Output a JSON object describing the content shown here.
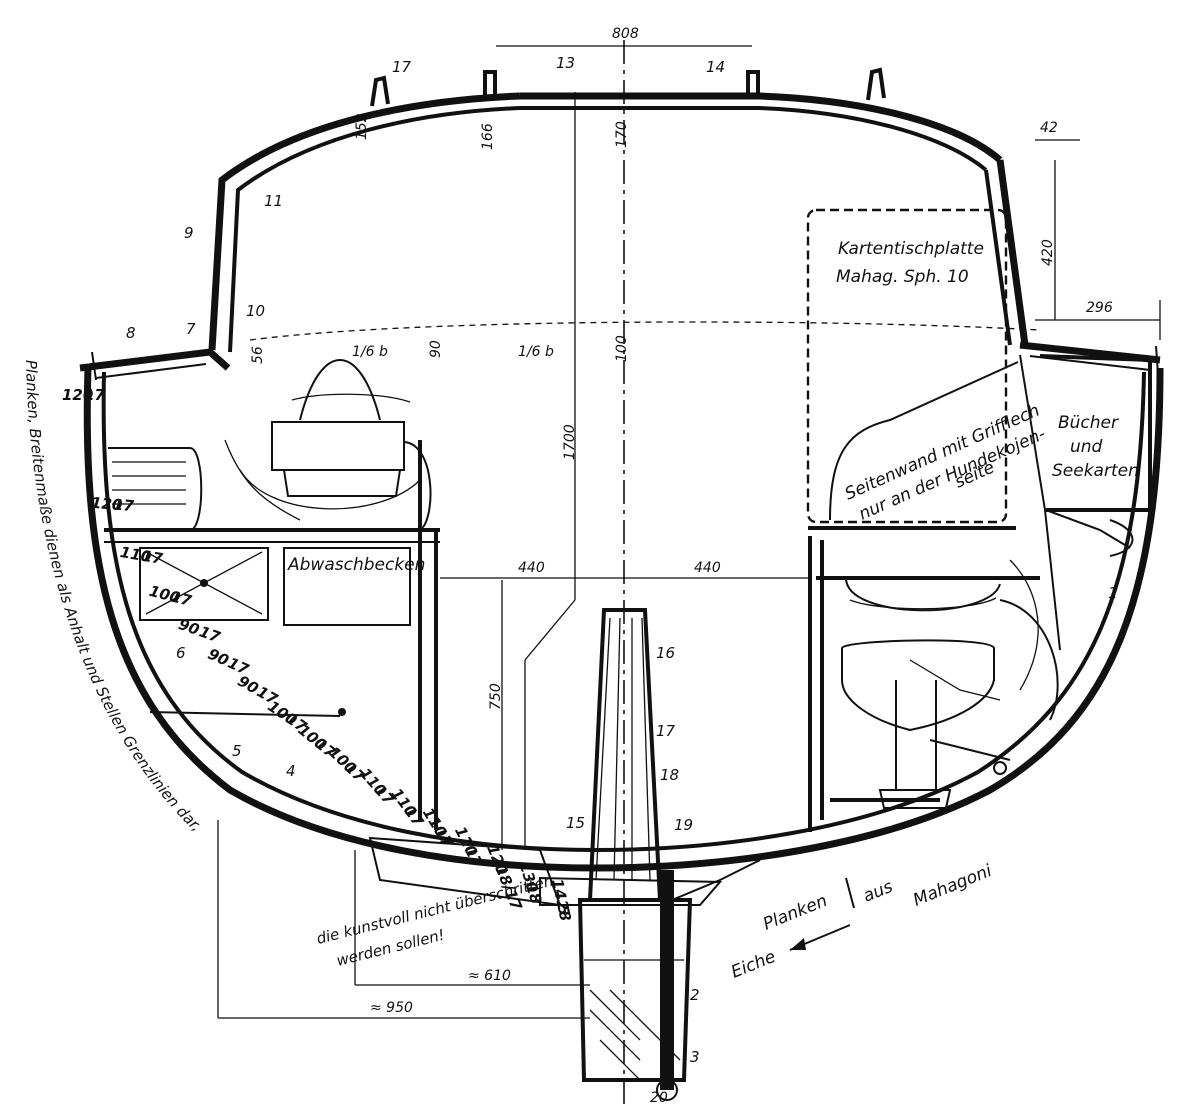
{
  "title": "",
  "dimensions": {
    "top_width": "808",
    "roof_dim_left": "152",
    "roof_dim_mid": "166",
    "roof_dim_right": "170",
    "edge_42": "42",
    "dim_420": "420",
    "dim_296": "296",
    "cabin_56": "56",
    "cabin_90": "90",
    "sixteen_b_left": "1/6 b",
    "sixteen_b_right": "1/6 b",
    "center_100": "100",
    "height_1700": "1700",
    "width_440_left": "440",
    "width_440_right": "440",
    "height_750": "750",
    "half_610": "≈ 610",
    "half_950": "≈ 950",
    "keel_20": "20"
  },
  "part_numbers": {
    "p1": "1",
    "p2": "2",
    "p3": "3",
    "p4": "4",
    "p5": "5",
    "p6": "6",
    "p7": "7",
    "p8": "8",
    "p9": "9",
    "p10": "10",
    "p11": "11",
    "p13": "13",
    "p14": "14",
    "p15": "15",
    "p16": "16",
    "p17a": "17",
    "p17b": "17",
    "p18": "18",
    "p19": "19"
  },
  "labels": {
    "chart_table_1": "Kartentischplatte",
    "chart_table_2": "Mahag. Sph. 10",
    "sidewall_1": "Seitenwand mit Grifflech",
    "sidewall_2": "nur an der Hundekojen-",
    "sidewall_3": "seite",
    "books_1": "Bücher",
    "books_2": "und",
    "books_3": "Seekarten",
    "sink": "Abwaschbecken",
    "planks_1": "Planken",
    "planks_aus": "aus",
    "planks_mahogany": "Mahagoni",
    "planks_oak": "Eiche",
    "note_1": "Planken, Breitenmaße dienen als Anhalt und Stellen Grenzlinien dar,",
    "note_2": "die kunstvoll nicht überschritten",
    "note_3": "werden sollen!"
  },
  "plank_scale": [
    {
      "w": "120",
      "t": "17"
    },
    {
      "w": "120",
      "t": "17"
    },
    {
      "w": "110",
      "t": "17"
    },
    {
      "w": "100",
      "t": "17"
    },
    {
      "w": "90",
      "t": "17"
    },
    {
      "w": "90",
      "t": "17"
    },
    {
      "w": "90",
      "t": "17"
    },
    {
      "w": "100",
      "t": "17"
    },
    {
      "w": "100",
      "t": "17"
    },
    {
      "w": "100",
      "t": "17"
    },
    {
      "w": "110",
      "t": "17"
    },
    {
      "w": "110",
      "t": "17"
    },
    {
      "w": "110",
      "t": "17"
    },
    {
      "w": "110",
      "t": "17"
    },
    {
      "w": "120",
      "t": "18/17"
    },
    {
      "w": "130",
      "t": "18"
    },
    {
      "w": "14.5",
      "t": "28"
    }
  ]
}
